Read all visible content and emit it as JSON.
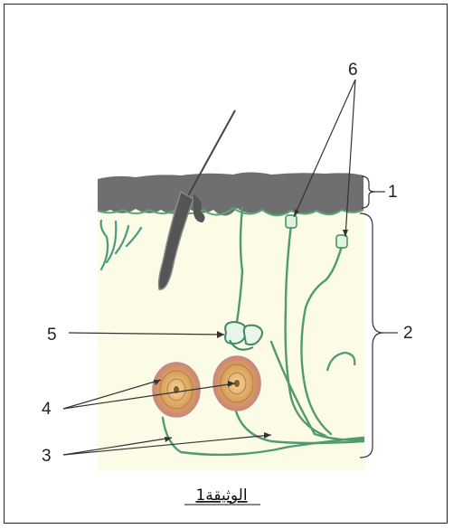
{
  "labels": {
    "epidermis": "1",
    "dermis": "2",
    "nerve_fibers": "3",
    "pacinian_corpuscles": "4",
    "meissner_corpuscle": "5",
    "free_endings": "6"
  },
  "caption": "الوثيقة1",
  "colors": {
    "epidermis": "#6f6f6f",
    "dermis": "#fbfbe6",
    "nerve": "#4f9a6f",
    "corpuscle": "#d9a05a",
    "frame": "#222222"
  }
}
